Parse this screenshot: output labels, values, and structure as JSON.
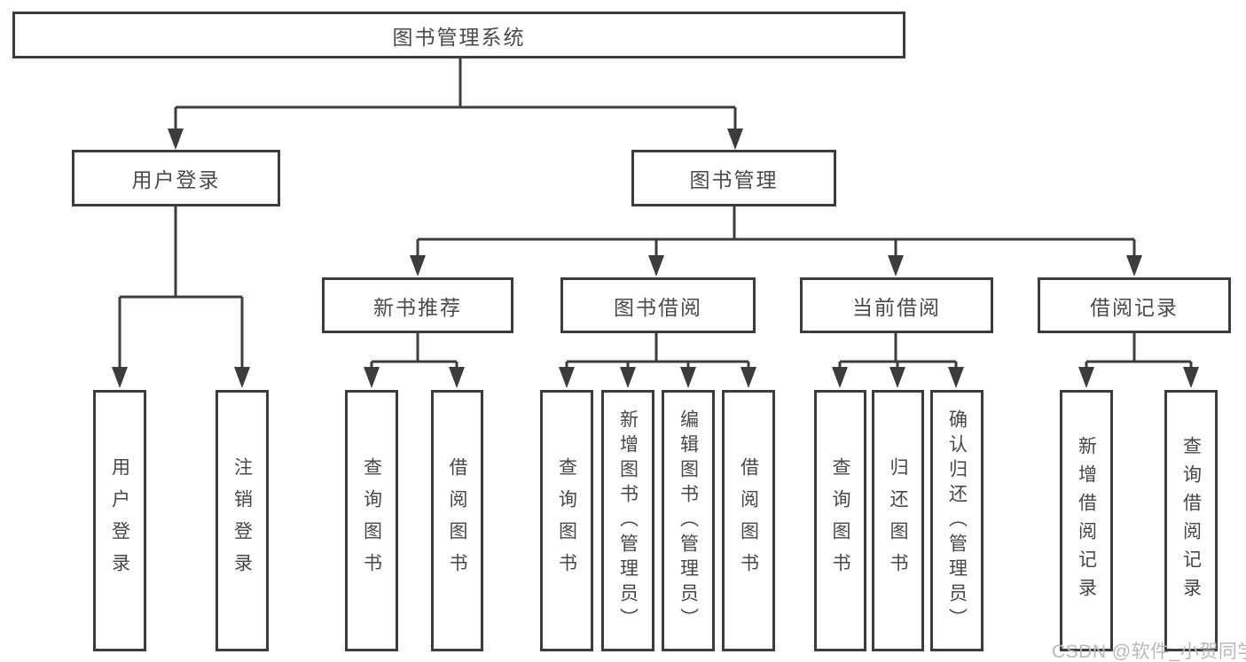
{
  "diagram": {
    "root": {
      "label": "图书管理系统"
    },
    "level2": [
      {
        "label": "用户登录"
      },
      {
        "label": "图书管理"
      }
    ],
    "level3": [
      {
        "label": "新书推荐"
      },
      {
        "label": "图书借阅"
      },
      {
        "label": "当前借阅"
      },
      {
        "label": "借阅记录"
      }
    ],
    "leaves": [
      {
        "label": "用户登录"
      },
      {
        "label": "注销登录"
      },
      {
        "label": "查询图书"
      },
      {
        "label": "借阅图书"
      },
      {
        "label": "查询图书"
      },
      {
        "label": "新增图书（管理员）"
      },
      {
        "label": "编辑图书（管理员）"
      },
      {
        "label": "借阅图书"
      },
      {
        "label": "查询图书"
      },
      {
        "label": "归还图书"
      },
      {
        "label": "确认归还（管理员）"
      },
      {
        "label": "新增借阅记录"
      },
      {
        "label": "查询借阅记录"
      }
    ]
  },
  "watermark": {
    "text": "CSDN @软件_小贺同学"
  },
  "colors": {
    "line": "#3c3c3c",
    "box_border": "#3c3c3c",
    "text": "#4a4a4a",
    "background": "#ffffff",
    "watermark": "#b9b9b9"
  }
}
